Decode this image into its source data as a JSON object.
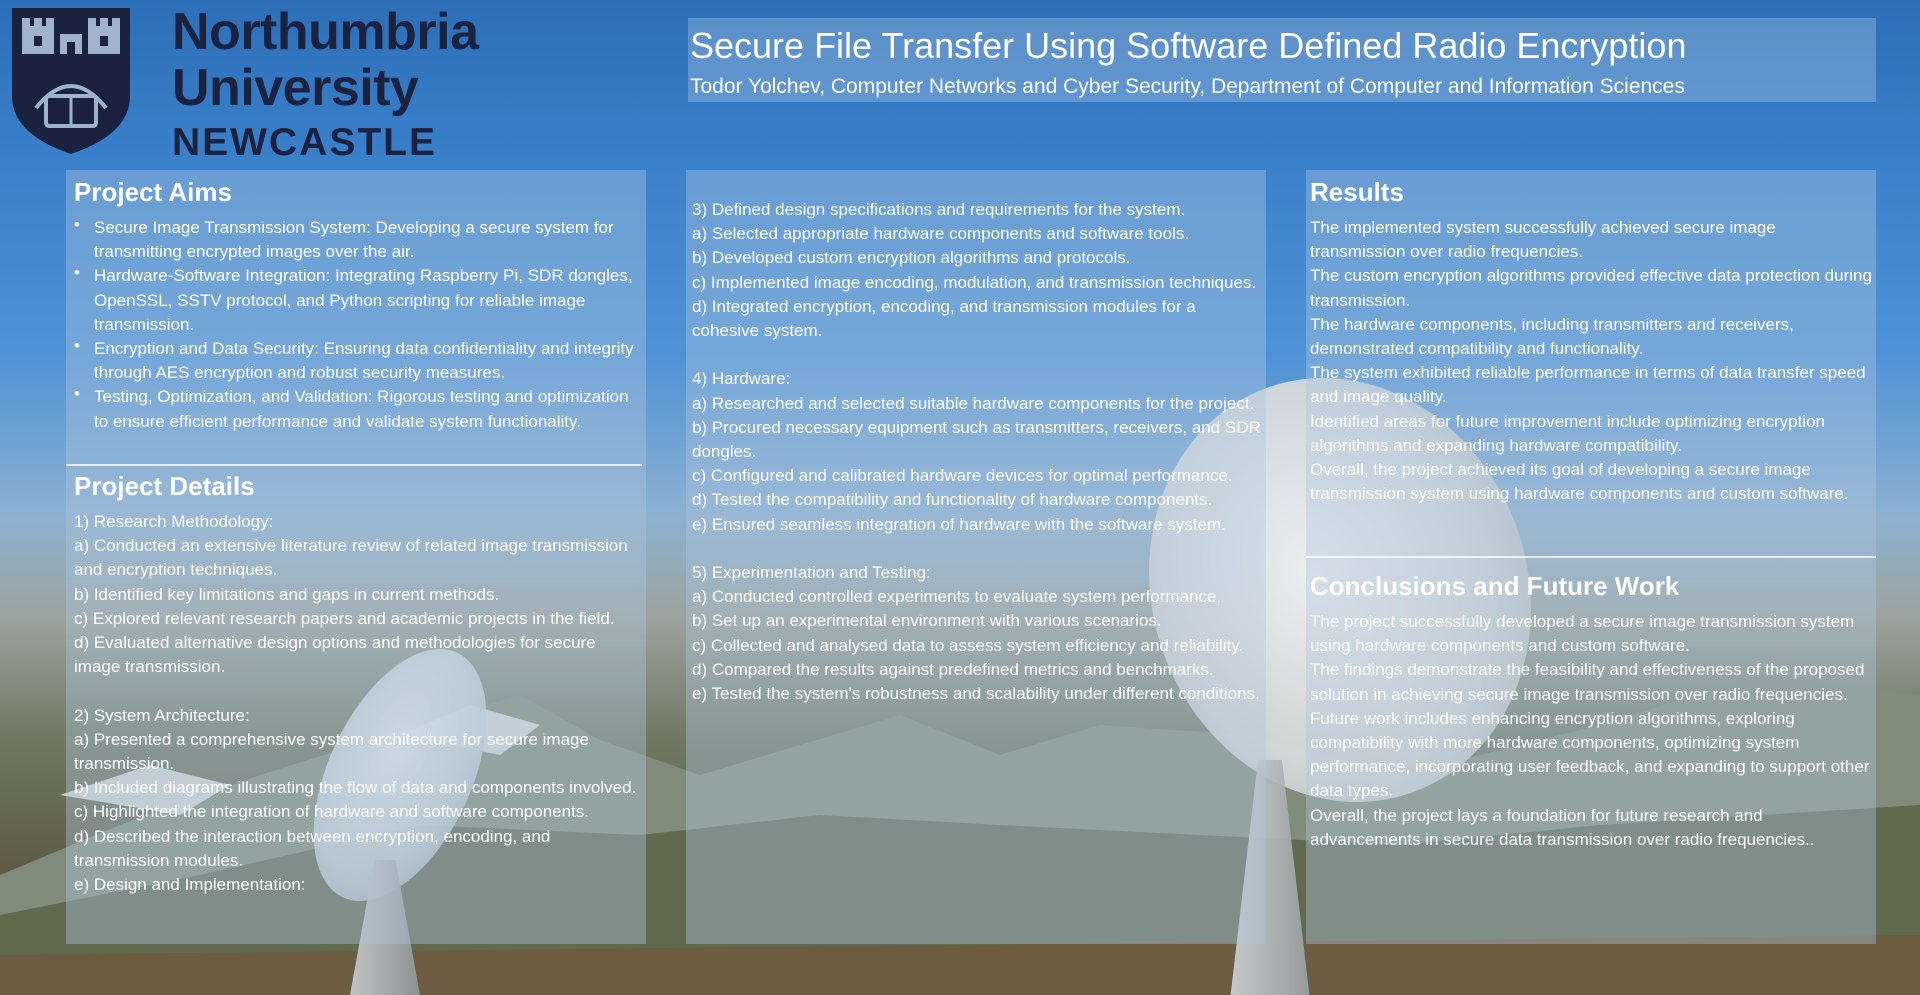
{
  "logo": {
    "line1": "Northumbria",
    "line2": "University",
    "line3": "NEWCASTLE"
  },
  "header": {
    "title": "Secure File Transfer Using Software Defined Radio Encryption",
    "authors": "Todor Yolchev, Computer Networks and Cyber Security, Department of Computer and Information Sciences"
  },
  "aims": {
    "heading": "Project Aims",
    "items": [
      "Secure Image Transmission System: Developing a secure system for transmitting encrypted images over the air.",
      "Hardware-Software Integration: Integrating Raspberry Pi, SDR dongles, OpenSSL, SSTV protocol, and Python scripting for reliable image transmission.",
      "Encryption and Data Security: Ensuring data confidentiality and integrity through AES encryption and robust security measures.",
      "Testing, Optimization, and Validation: Rigorous testing and optimization to ensure efficient performance and validate system functionality."
    ]
  },
  "details": {
    "heading": "Project Details",
    "lines": [
      "1)    Research Methodology:",
      "a)    Conducted an extensive literature review of related image transmission and encryption techniques.",
      "b)    Identified key limitations and gaps in current methods.",
      "c)    Explored relevant research papers and academic projects in the field.",
      "d)    Evaluated alternative design options and methodologies for secure image transmission.",
      "",
      "2)    System Architecture:",
      "a)    Presented a comprehensive system architecture for secure image transmission.",
      "b)    Included diagrams illustrating the flow of data and components involved.",
      "c)    Highlighted the integration of hardware and software components.",
      "d)    Described the interaction between encryption, encoding, and transmission modules.",
      "e)    Design and Implementation:"
    ]
  },
  "middle": {
    "lines": [
      "3)    Defined design specifications and requirements for the system.",
      "a)    Selected appropriate hardware components and software tools.",
      "b)    Developed custom encryption algorithms and protocols.",
      "c)    Implemented image encoding, modulation, and transmission techniques.",
      "d)    Integrated encryption, encoding, and transmission modules for a cohesive system.",
      "",
      "4)    Hardware:",
      "a)    Researched and selected suitable hardware components for the project.",
      "b)    Procured necessary equipment such as transmitters, receivers, and SDR dongles.",
      "c)    Configured and calibrated hardware devices for optimal performance.",
      "d)    Tested the compatibility and functionality of hardware components.",
      "e)    Ensured seamless integration of hardware with the software system.",
      "",
      "5)    Experimentation and Testing:",
      "a)    Conducted controlled experiments to evaluate system performance.",
      "b)    Set up an experimental environment with various scenarios.",
      "c)    Collected and analysed data to assess system efficiency and reliability.",
      "d)    Compared the results against predefined metrics and benchmarks.",
      "e)    Tested the system's robustness and scalability under different conditions."
    ]
  },
  "results": {
    "heading": "Results",
    "lines": [
      "The implemented system successfully achieved secure image transmission over radio frequencies.",
      "The custom encryption algorithms provided effective data protection during transmission.",
      "The hardware components, including transmitters and receivers, demonstrated compatibility and functionality.",
      "The system exhibited reliable performance in terms of data transfer speed and image quality.",
      "Identified areas for future improvement include optimizing encryption algorithms and expanding hardware compatibility.",
      "Overall, the project achieved its goal of developing a secure image transmission system using hardware components and custom software."
    ]
  },
  "conclusions": {
    "heading": "Conclusions and Future Work",
    "lines": [
      "The project successfully developed a secure image transmission system using hardware components and custom software.",
      "The findings demonstrate the feasibility and effectiveness of the proposed solution in achieving secure image transmission over radio frequencies.",
      "Future work includes enhancing encryption algorithms, exploring compatibility with more hardware components, optimizing system performance, incorporating user feedback, and expanding to support other data types.",
      "Overall, the project lays a foundation for future research and advancements in secure data transmission over radio frequencies.."
    ]
  }
}
